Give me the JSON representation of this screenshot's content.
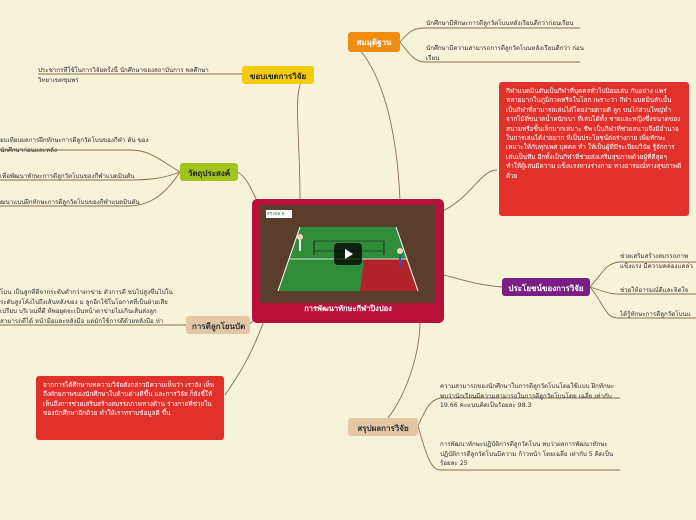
{
  "center": {
    "label": "การพัฒนาทักษะกีฬาปิงปอง",
    "video_tag": "ตรงท่อ ตุ",
    "play_icon": "play-icon"
  },
  "topics": {
    "scope": {
      "label": "ขอบเขตการวิจัย",
      "color": "#f5cc0c",
      "text": "ประชากรที่ใช้ในการวิจัยครั้งนี้ นักศึกษาของสถาบันการ พลศึกษา วิทยาเขตชุมพร"
    },
    "objective": {
      "label": "วัตถุประสงค์",
      "color": "#a2c21c",
      "items": [
        "ยบเทียบผลการฝึกทักษะการตีลูกวัตโบนของกีฬา ดัน ของนักศึกษาก่อนและหลัง",
        "เพื่อพัฒนาทักษะการตีลูกวัตโบนของกีฬาแบดมินตัน",
        "ฒนาแบบฝึกทักษะการตีลูกวัตโบนของกีฬาแบดมินตัน"
      ]
    },
    "principle": {
      "label": "การตีลูกโยนบัด",
      "color": "#e3c7a7",
      "text": "โบน เป็นลูกที่ตีจากระดับต่ำกว่าตาข่าย ตัวการตี ชนไปสูงขึ้นไปในระดับสูงโค้งไปถึงเส้นหลังของ ม ลูกอีกใช้ในโอกาสที่เป็นฝ่ายเสียเปรียบ บริเวณที่ตี ห้พอยุดจะเป็นหน้าตาข่ายไม่เกินเส้นส่งลูก สามารถตีได้ หน้ามือและหลังมือ แต่มักใช้การตีด้วยหลังมือ ห่า"
    },
    "background": {
      "text": "จากการได้ศึกษาบทความวิจัยดังกล่าวมีความเห็นว่า เรายัง เห็นถึงศักยภาพของนักศึกษาในด้านต่างดีขึ้น และการวิจัย ก็ยังชี้ให้เห็นถึงการช่วยเสริมสร้างสมรรถภาพทางด้าน ร่างกายที่ช่วยในของนักศึกษาอีกด้วย ทำให้เราทราบข้อมูลดี ขึ้น"
    },
    "hypothesis": {
      "label": "สมมุติฐาน",
      "color": "#f08c12",
      "items": [
        "นักศึกษามีทักษะการตีลูกวัตโบนหลังเรียนดีกว่าก่อนเรียน",
        "นักศึกษามีความสามารถการตีลูกวัตโบนหลังเรียนดีกว่า ก่อนเรียน"
      ]
    },
    "about": {
      "text": "กีฬาแบดมินตันเป็นกีฬาที่บุคคลทั่วไปนิยมเล่น กันอย่าง แพร่หลายมากในภูมิภาคหรือในโลก เพราะว่า กีฬา แบดมินตันนั้นเป็นกีฬาที่สามารถเล่นได้โดยง่ายตามดี ลูก ขนไก่ส่วนใหญ่ทำจากไม้ที่ขนาดน้ำหนักเบา ที่เล่นได้ทั้ง ชายและหญิงซึ่งขนาดของสนามหรือชิ้นเล็กมากเหมาะ ชีพ เป็นกีฬาที่ช่วยสนามจึงมีอำนาจในการเล่นได้ง่ายมาก ที่เป็นประโยชน์ต่อร่างกาย เพิ่มทักษะ เหมาะให้กับทุกเพศ บุคคล ทำ ให้เป็นผู้ที่มีระเบียบวินัย รู้จักการเล่นเป็นทีม อีกทั้งเป็นกีฬาที่ช่วยส่งเสริมสุขภาพด้วยผู้ที่ดีสุดๆ ทำให้ผู้เล่นมีความ แข็งแรงทางร่างกาย ทางอารมณ์ทางสุขภาพดีด้วย"
    },
    "benefit": {
      "label": "ประโยชน์ของการวิจัย",
      "color": "#7b1f87",
      "items": [
        "ช่วยเสริมสร้างสมรรถภาพ แข็งแรง มีความคล่องแคล่ว",
        "ช่วยให้อารมณ์ดีและจิตใจ",
        "ได้รู้ทักษะการตีลูกวัตโบนแ"
      ]
    },
    "summary": {
      "label": "สรุปผลการวิจัย",
      "color": "#e3c7a7",
      "items": [
        "ความสามารถของนักศึกษาในการตีลูกวัตโบนโดยใช้แบบ ฝึกทักษะ พบว่านักเรียนมีความสามารถในการตีลูกวัตโบนโดย เฉลี่ย เท่ากับ 19.66 คะแนนคิดเป็นร้อยละ 98.3",
        "การพัฒนาทักษะปฏิบัติการตีลูกวัตโบน พบว่าผลการพัฒนาทักษะปฏิบัติการตีลูกวัตโบนมีความ ก้าวหน้า โดยเฉลี่ย เท่ากับ 5 คิดเป็นร้อยละ 25"
      ]
    }
  }
}
